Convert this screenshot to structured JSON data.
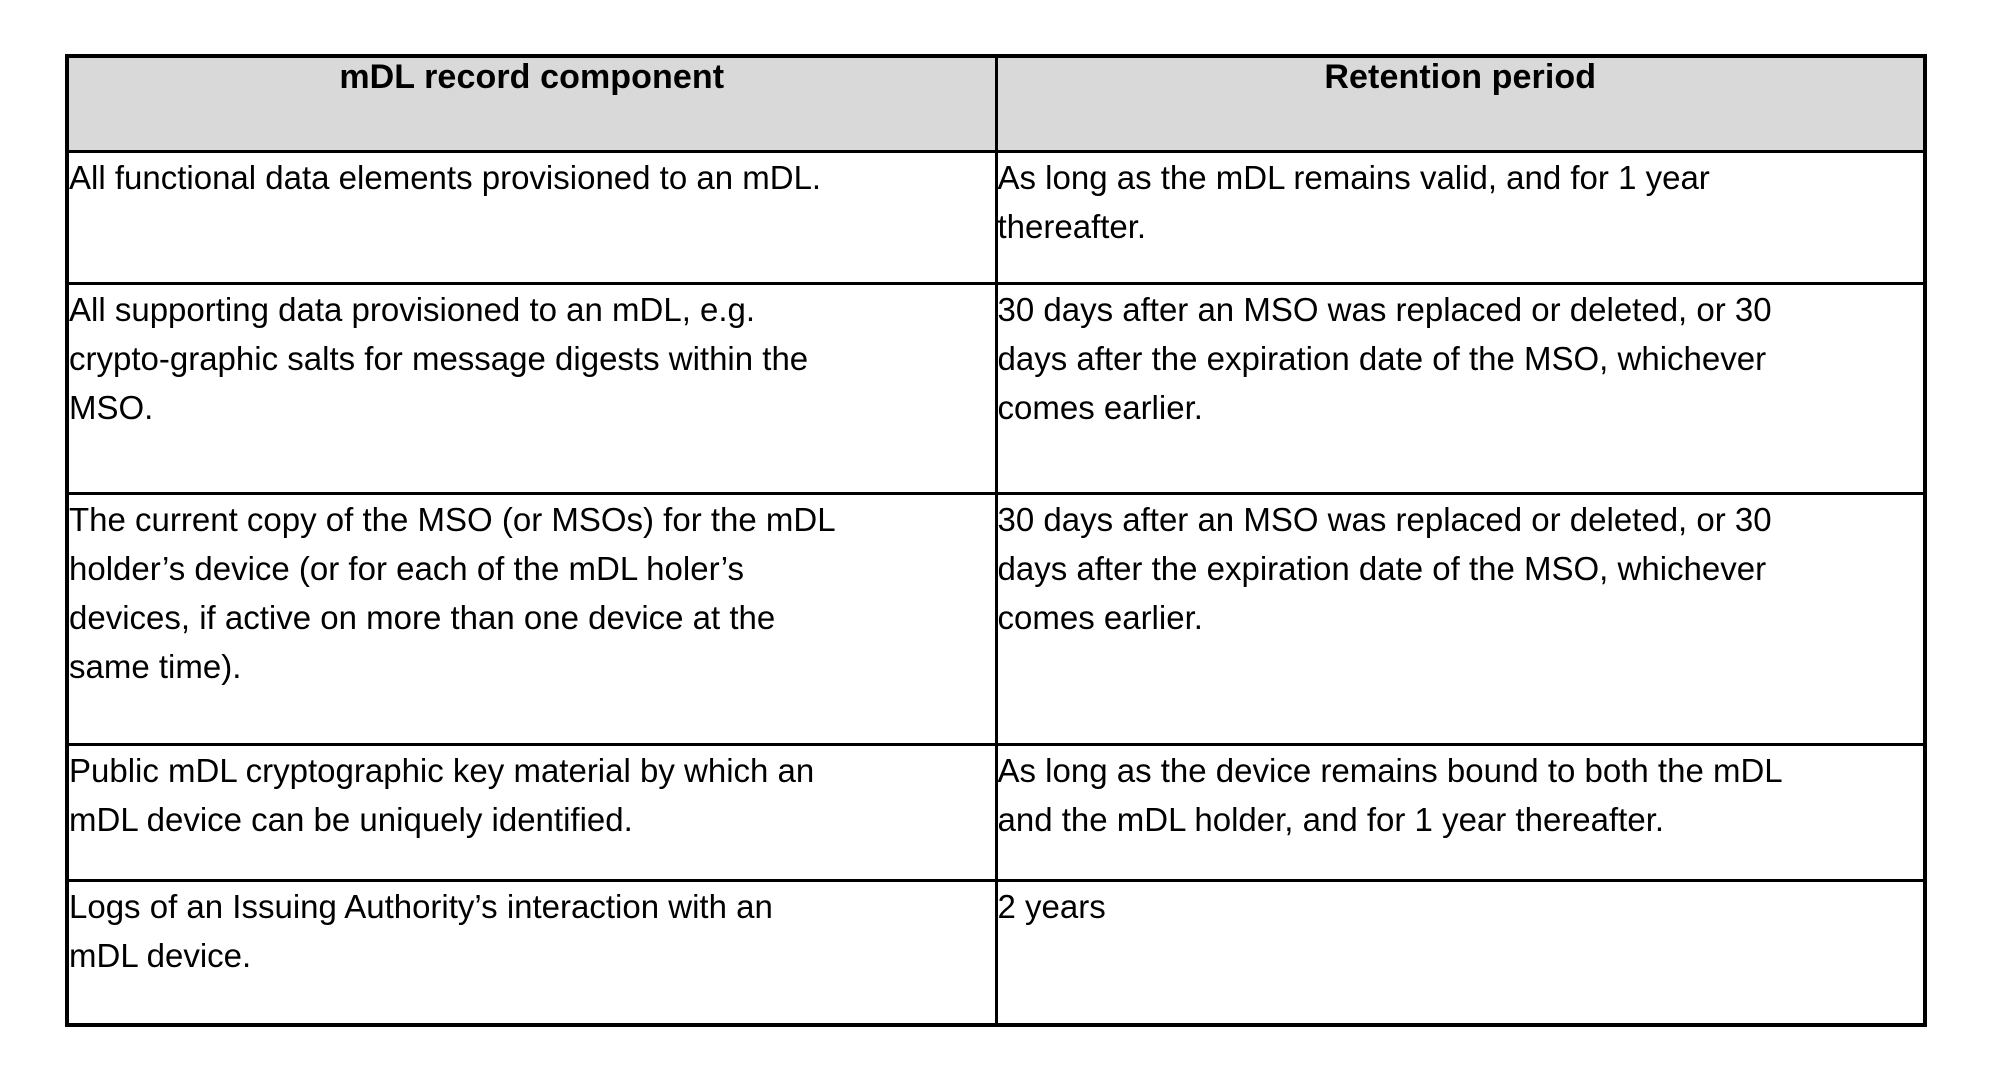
{
  "table": {
    "name": "mdl-retention-table",
    "columns": [
      {
        "key": "component",
        "header": "mDL record component"
      },
      {
        "key": "retention",
        "header": "Retention period"
      }
    ],
    "header_background": "#d9d9d9",
    "border_color": "#000000",
    "rows": [
      {
        "component": "All functional data elements provisioned to an mDL.",
        "retention": "As long as the mDL remains valid, and for 1 year\nthereafter."
      },
      {
        "component": "All supporting data provisioned to an mDL, e.g.\ncrypto-graphic salts for message digests within the\nMSO.",
        "retention": "30 days after an MSO was replaced or deleted, or 30\ndays after the expiration date of the MSO, whichever\ncomes earlier."
      },
      {
        "component": "The current copy of the MSO (or MSOs) for the mDL\nholder’s device (or for each of the mDL holer’s\ndevices, if active on more than one device at the\nsame time).",
        "retention": "30 days after an MSO was replaced or deleted, or 30\ndays after the expiration date of the MSO, whichever\ncomes earlier."
      },
      {
        "component": "Public mDL cryptographic key material by which an\nmDL device can be uniquely identified.",
        "retention": "As long as the device remains bound to both the mDL\nand the mDL holder, and for 1 year thereafter."
      },
      {
        "component": "Logs of an Issuing Authority’s interaction with an\nmDL device.",
        "retention": "2 years"
      }
    ]
  }
}
